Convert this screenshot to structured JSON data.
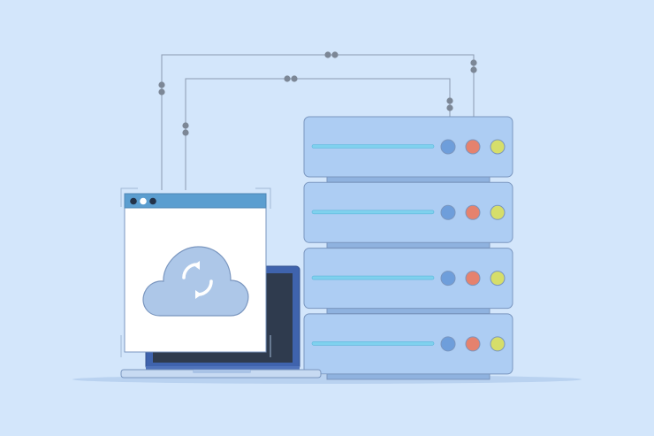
{
  "scene": {
    "server_rack": {
      "unit_count": 4,
      "indicator_lights": [
        {
          "name": "blue-light",
          "color": "#6e9edb"
        },
        {
          "name": "red-light",
          "color": "#e5826e"
        },
        {
          "name": "yellow-light",
          "color": "#d6de6a"
        }
      ],
      "bar_color": "#7fd1ee"
    },
    "browser_window": {
      "dots": [
        "dark",
        "white",
        "dark"
      ],
      "icon": "cloud-sync-icon"
    },
    "laptop": {
      "icon": "laptop-icon"
    },
    "colors": {
      "background": "#d3e6fb",
      "outline": "#7a96bf",
      "server_fill": "#adcdf3",
      "server_base": "#8fb2df",
      "window_bar": "#5b9ed0",
      "cloud_fill": "#adc7e8",
      "laptop_frame": "#3f63ad",
      "laptop_screen": "#2f3b4e"
    }
  }
}
